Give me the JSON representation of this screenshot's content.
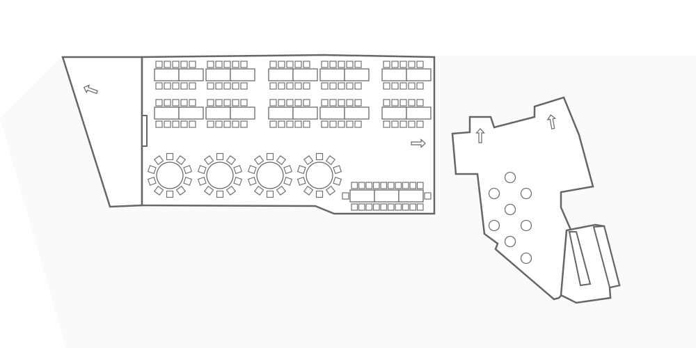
{
  "plan": {
    "colors": {
      "wall": "#666666",
      "furniture": "#707070",
      "background": "#ffffff",
      "haze": "#fafafa"
    },
    "icons": [
      "exit-arrow-icon"
    ],
    "rooms": [
      {
        "name": "entrance-hall"
      },
      {
        "name": "banquet-hall"
      },
      {
        "name": "side-room"
      }
    ],
    "exits": [
      {
        "room": "entrance-hall",
        "direction": "left"
      },
      {
        "room": "banquet-hall",
        "direction": "right"
      },
      {
        "room": "side-room",
        "direction": "up"
      },
      {
        "room": "side-room",
        "direction": "up"
      }
    ],
    "banquet_hall": {
      "rectangular_table_rows": 2,
      "tables_per_row": 10,
      "chairs_per_table_side": 5,
      "round_tables": 4,
      "chairs_per_round_table": 10,
      "long_table_segments": 3,
      "long_table_chairs_per_side": 10,
      "long_table_end_chairs": 2
    },
    "side_room": {
      "circular_pillars": 8
    }
  }
}
